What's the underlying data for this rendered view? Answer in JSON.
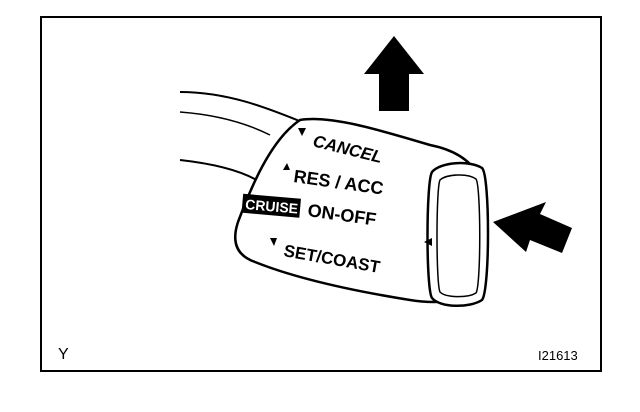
{
  "diagram": {
    "switch_labels": {
      "cancel": "CANCEL",
      "res_acc": "RES / ACC",
      "cruise": "CRUISE",
      "on_off": "ON-OFF",
      "set_coast": "SET/COAST"
    },
    "corner_left": "Y",
    "corner_right": "I21613"
  },
  "colors": {
    "ink": "#000000",
    "paper": "#ffffff"
  },
  "icons": {
    "up_arrow": "up-arrow-icon",
    "left_arrow": "left-arrow-icon"
  }
}
